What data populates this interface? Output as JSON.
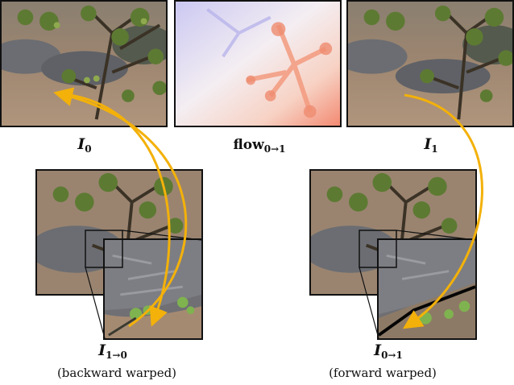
{
  "labels": {
    "i0": {
      "main": "I",
      "sub": "0"
    },
    "flow": {
      "main": "flow",
      "sub": "0→1"
    },
    "i1": {
      "main": "I",
      "sub": "1"
    },
    "i10": {
      "main": "I",
      "sub": "1→0"
    },
    "i01": {
      "main": "I",
      "sub": "0→1"
    }
  },
  "captions": {
    "backward": "(backward warped)",
    "forward": "(forward warped)"
  },
  "colors": {
    "arrow": "#f3b10a",
    "frame": "#111111",
    "ground": "#a08670",
    "rock": "#6e6f73",
    "foliage": "#4f6b2e",
    "flow_left": "#c9c6ef",
    "flow_right": "#f2a088"
  }
}
